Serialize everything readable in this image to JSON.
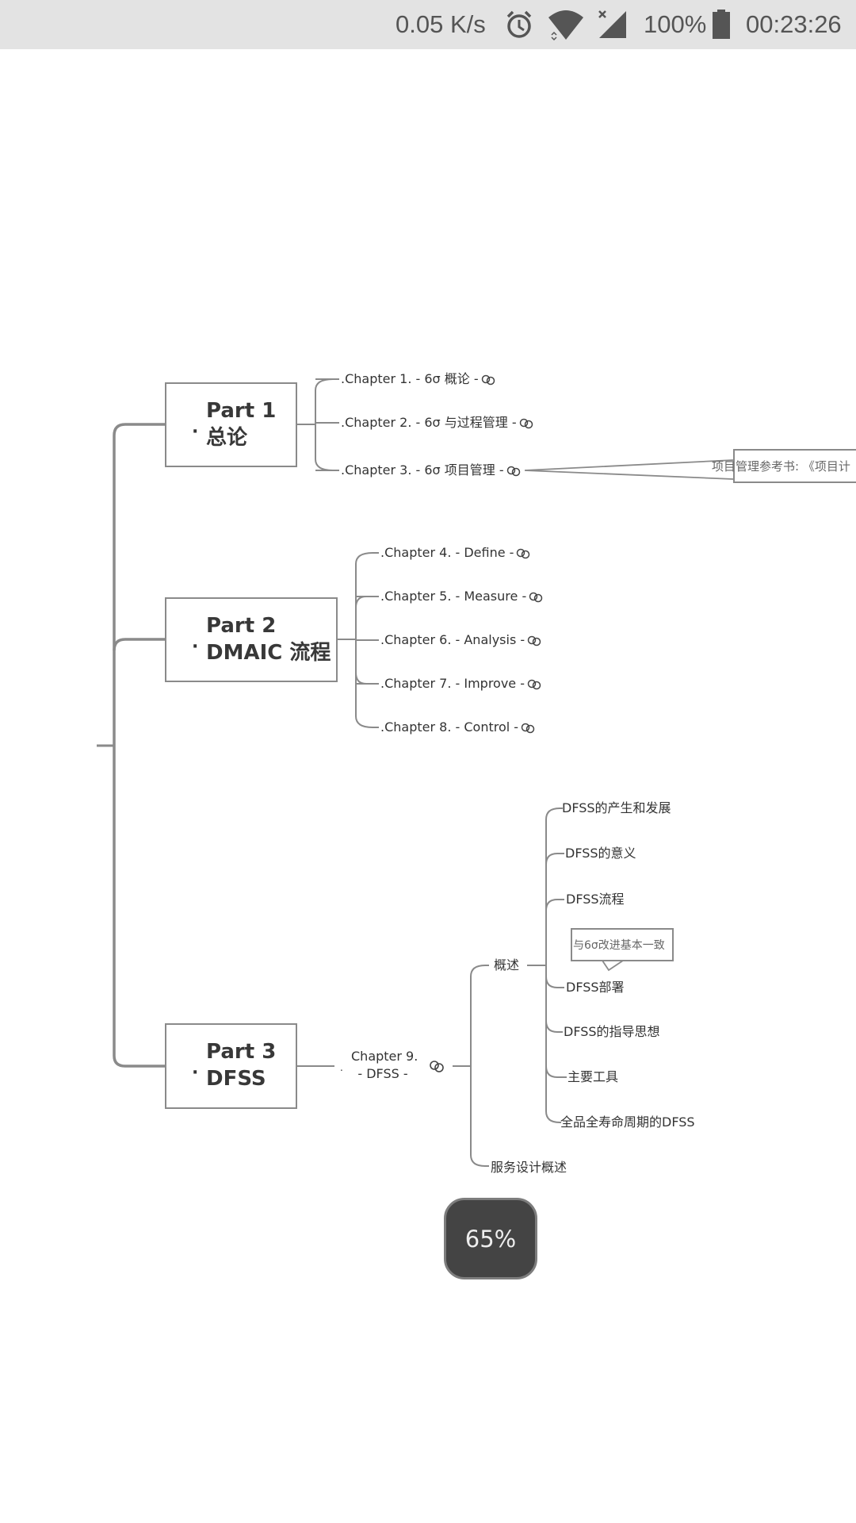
{
  "status_bar": {
    "net_speed": "0.05 K/s",
    "icons": [
      "alarm-icon",
      "wifi-icon",
      "no-signal-icon",
      "battery-icon"
    ],
    "battery": "100%",
    "time": "00:23:26"
  },
  "mindmap": {
    "parts": [
      {
        "bullet": "·",
        "line1": "Part 1",
        "line2": "总论",
        "chapters": [
          {
            "label": ".Chapter 1. - 6σ 概论 -",
            "link": true
          },
          {
            "label": ".Chapter 2. - 6σ 与过程管理 -",
            "link": true
          },
          {
            "label": ".Chapter 3. - 6σ 项目管理 -",
            "link": true
          }
        ]
      },
      {
        "bullet": "·",
        "line1": "Part 2",
        "line2": "DMAIC 流程",
        "chapters": [
          {
            "label": ".Chapter 4. - Define -",
            "link": true
          },
          {
            "label": ".Chapter 5. - Measure -",
            "link": true
          },
          {
            "label": ".Chapter 6. - Analysis -",
            "link": true
          },
          {
            "label": ".Chapter 7. - Improve -",
            "link": true
          },
          {
            "label": ".Chapter 8. - Control -",
            "link": true
          }
        ]
      },
      {
        "bullet": "·",
        "line1": "Part 3",
        "line2": "DFSS",
        "chapters": [
          {
            "label_line1": "Chapter 9.",
            "label_line2": "- DFSS -",
            "prefix": ".",
            "link": true
          }
        ]
      }
    ],
    "chapter3_note": "项目管理参考书: 《项目计",
    "chapter9_children": {
      "overview": {
        "label": "概述",
        "children": [
          "DFSS的产生和发展",
          "DFSS的意义",
          "DFSS流程",
          "DFSS部署",
          "DFSS的指导思想",
          "主要工具",
          "全品全寿命周期的DFSS"
        ],
        "flow_note": "与6σ改进基本一致"
      },
      "service": "服务设计概述"
    }
  },
  "zoom_indicator": "65%"
}
